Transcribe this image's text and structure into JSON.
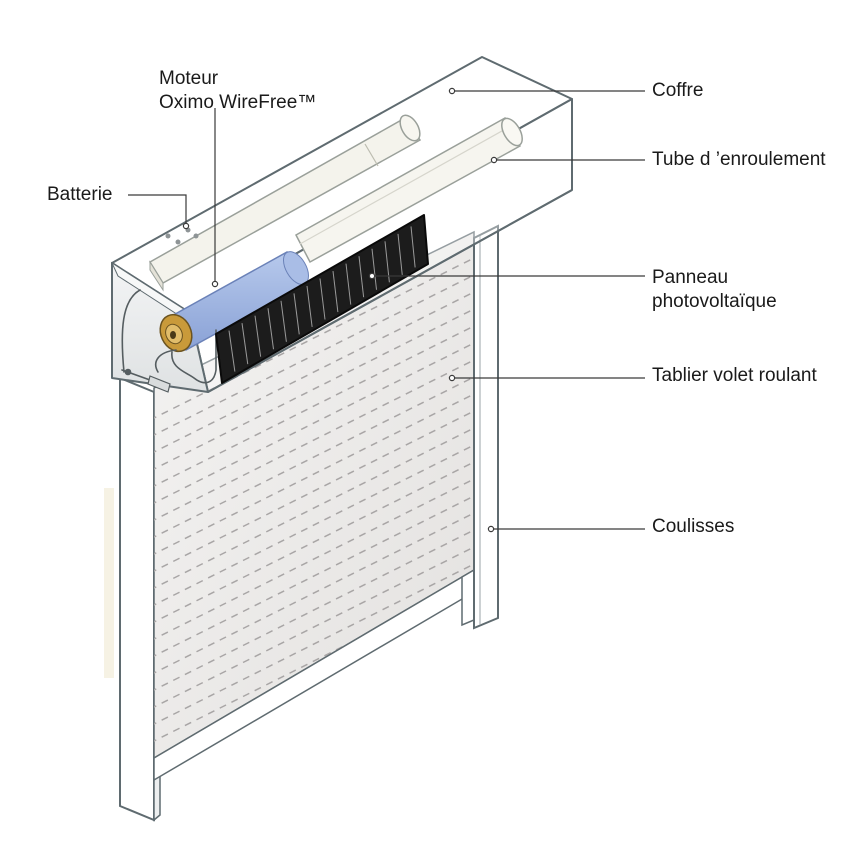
{
  "labels": {
    "moteur": {
      "line1": "Moteur",
      "line2": "Oximo WireFree™"
    },
    "batterie": "Batterie",
    "coffre": "Coffre",
    "tube": "Tube d ’enroulement",
    "panneau": {
      "line1": "Panneau",
      "line2": "photovoltaïque"
    },
    "tablier": "Tablier volet roulant",
    "coulisses": "Coulisses"
  },
  "colors": {
    "outline": "#5f6b70",
    "callout": "#3a3a3a",
    "motor": "#9bb3e0",
    "motor_cap": "#c99a3a",
    "panel": "#1c1c1c",
    "curtain": "#ecebe9",
    "slat_dash": "#a9a6a6",
    "tube": "#f4f3ec",
    "box_side": "#e9ebec"
  }
}
